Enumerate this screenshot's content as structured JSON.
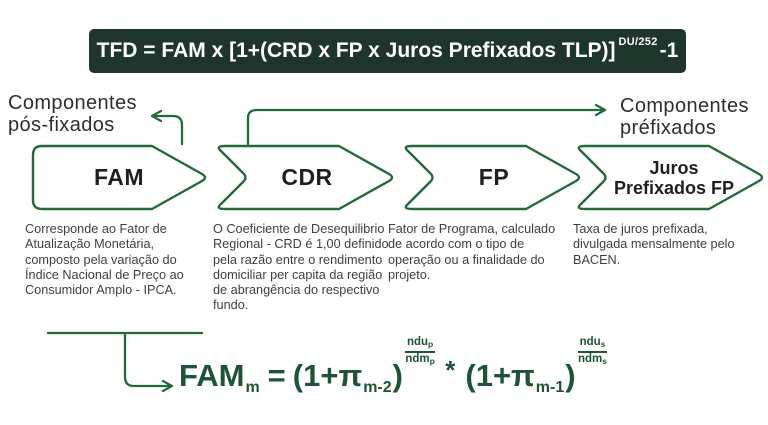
{
  "colors": {
    "bar_bg": "#1d352b",
    "green": "#1f6b3a",
    "formula_green": "#1d5435",
    "label_dark": "#2e2e2e",
    "desc_gray": "#3f3f3f",
    "chevron_text": "#1f1f1f"
  },
  "tfd_formula": {
    "main": "TFD = FAM x [1+(CRD x FP x Juros Prefixados TLP)]",
    "sup": "DU/252",
    "tail": "-1"
  },
  "left_label": {
    "line1": "Componentes",
    "line2": "pós-fixados"
  },
  "right_label": {
    "line1": "Componentes",
    "line2": "préfixados"
  },
  "components": [
    {
      "label": "FAM",
      "description": "Corresponde ao Fator de Atualização Monetária, composto pela variação do Índice Nacional de Preço ao Consumidor Amplo - IPCA."
    },
    {
      "label": "CDR",
      "description": "O Coeficiente de Desequilibrio Regional - CRD é 1,00 definido pela razão entre o rendimento domiciliar per capita da região de abrangência do respectivo fundo."
    },
    {
      "label": "FP",
      "description": "Fator de Programa, calculado de acordo com o tipo de operação ou a finalidade do projeto."
    },
    {
      "label": "Juros Prefixados FP",
      "label_lines": [
        "Juros",
        "Prefixados FP"
      ],
      "description": "Taxa de juros prefixada, divulgada mensalmente pelo BACEN."
    }
  ],
  "fam_formula": {
    "lhs": "FAM",
    "lhs_sub": "m",
    "equals": "=",
    "term1_open": "(1+π",
    "term1_sub": "m-2",
    "term1_close": ")",
    "exp1_num": "ndu",
    "exp1_num_sub": "p",
    "exp1_den": "ndm",
    "exp1_den_sub": "p",
    "times": "*",
    "term2_open": "(1+π",
    "term2_sub": "m-1",
    "term2_close": ")",
    "exp2_num": "ndu",
    "exp2_num_sub": "s",
    "exp2_den": "ndm",
    "exp2_den_sub": "s"
  }
}
